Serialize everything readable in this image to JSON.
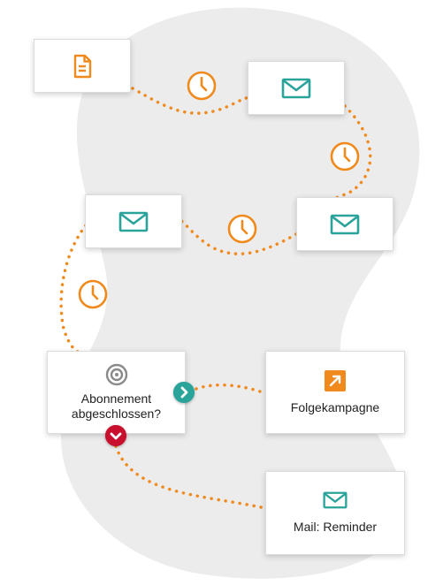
{
  "colors": {
    "accent_orange": "#f08a1c",
    "accent_teal": "#2aa39a",
    "target_gray": "#8a8a8a",
    "yes_badge": "#2aa39a",
    "no_badge": "#c8102e",
    "blob": "#ececec"
  },
  "nodes": {
    "start": {
      "icon": "document-icon"
    },
    "email1": {
      "icon": "envelope-icon"
    },
    "email2": {
      "icon": "envelope-icon"
    },
    "email3": {
      "icon": "envelope-icon"
    },
    "condition": {
      "icon": "target-icon",
      "label_line1": "Abonnement",
      "label_line2": "abgeschlossen?"
    },
    "followup": {
      "icon": "external-link-icon",
      "label": "Folgekampagne"
    },
    "reminder": {
      "icon": "envelope-icon",
      "label": "Mail: Reminder"
    }
  },
  "waits": [
    {
      "icon": "clock-icon"
    },
    {
      "icon": "clock-icon"
    },
    {
      "icon": "clock-icon"
    },
    {
      "icon": "clock-icon"
    }
  ],
  "branches": {
    "yes": {
      "icon": "chevron-right-icon"
    },
    "no": {
      "icon": "chevron-down-icon"
    }
  }
}
